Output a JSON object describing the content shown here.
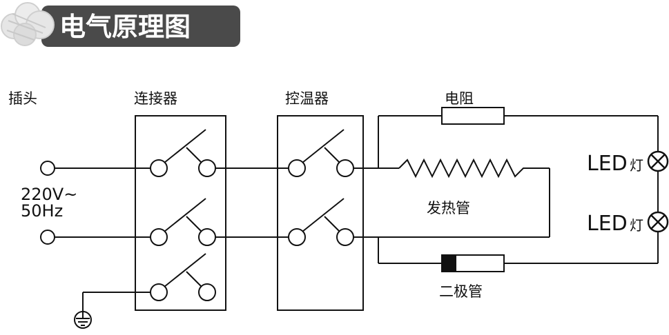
{
  "header": {
    "title": "电气原理图"
  },
  "labels": {
    "plug": "插头",
    "contactor": "连接器",
    "thermostat": "控温器",
    "resistor": "电阻",
    "heater": "发热管",
    "diode": "二极管",
    "voltage_line1": "220V~",
    "voltage_line2": "50Hz",
    "led1_main": "LED",
    "led1_sub": "灯",
    "led2_main": "LED",
    "led2_sub": "灯"
  },
  "colors": {
    "banner": "#4a4a4a",
    "line": "#111111",
    "logo": "#e6e6e6"
  }
}
